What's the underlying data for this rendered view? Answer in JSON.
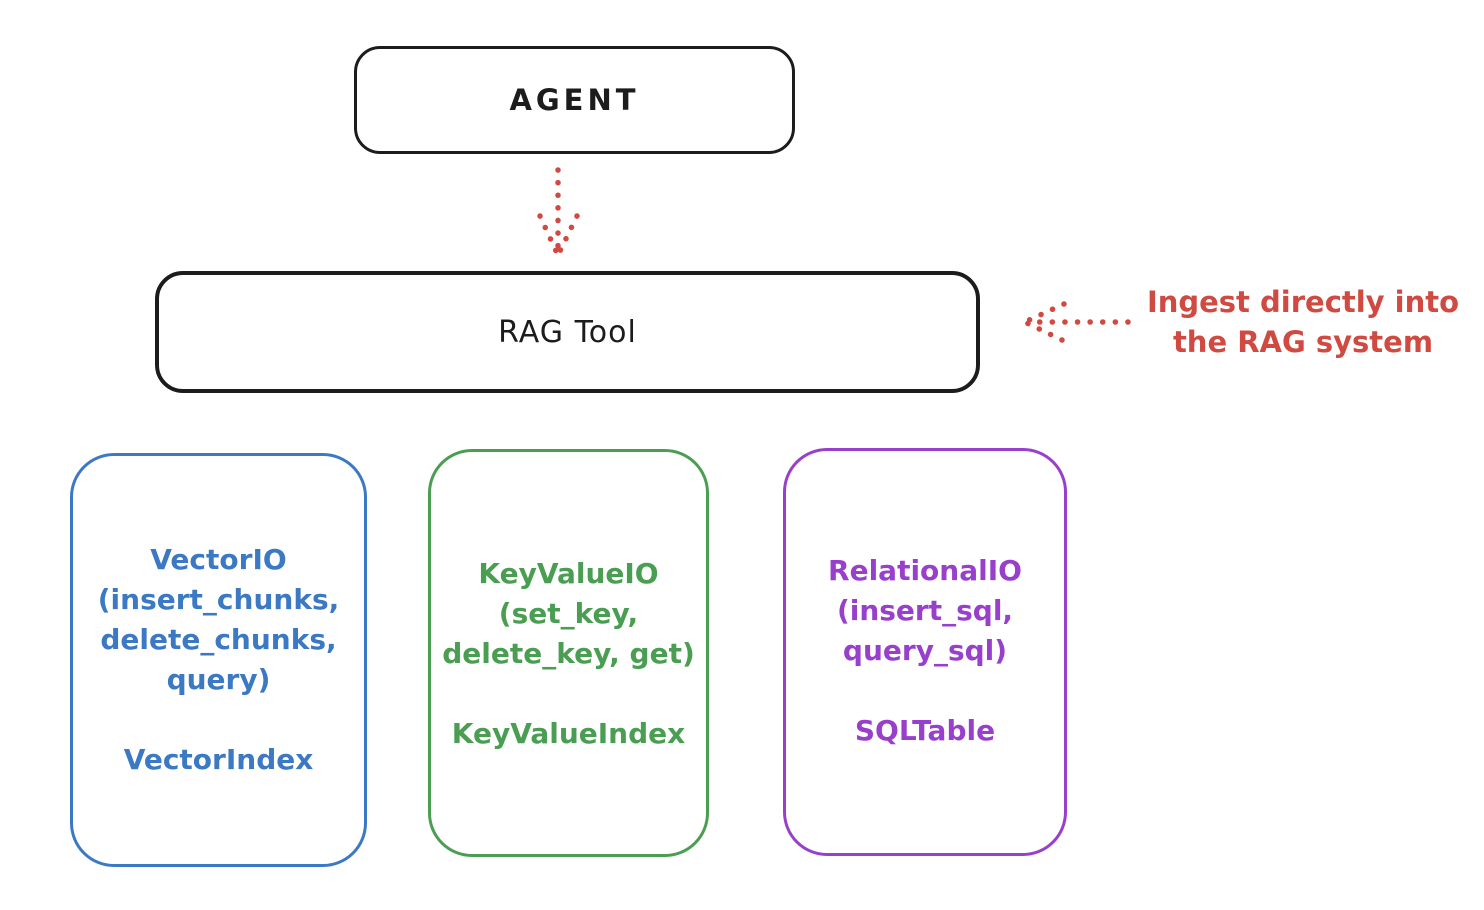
{
  "colors": {
    "background": "#ffffff",
    "ink": "#1c1c1c",
    "red": "#d04a42",
    "blue": "#3b79c4",
    "green": "#4a9e52",
    "purple": "#9840cc"
  },
  "agent": {
    "label": "AGENT"
  },
  "rag_tool": {
    "label": "RAG Tool"
  },
  "arrows": {
    "agent_to_rag": "dotted-arrow-down",
    "annotation_to_rag": "dotted-arrow-left"
  },
  "annotation": {
    "line1": "Ingest directly into",
    "line2": "the RAG system"
  },
  "stores": [
    {
      "name": "vector-io",
      "color": "#3b79c4",
      "lines": [
        "VectorIO",
        "(insert_chunks,",
        "delete_chunks,",
        "query)"
      ],
      "index_label": "VectorIndex"
    },
    {
      "name": "keyvalue-io",
      "color": "#4a9e52",
      "lines": [
        "KeyValueIO",
        "(set_key,",
        "delete_key, get)"
      ],
      "index_label": "KeyValueIndex"
    },
    {
      "name": "relational-io",
      "color": "#9840cc",
      "lines": [
        "RelationalIO",
        "(insert_sql,",
        "query_sql)"
      ],
      "index_label": "SQLTable"
    }
  ]
}
